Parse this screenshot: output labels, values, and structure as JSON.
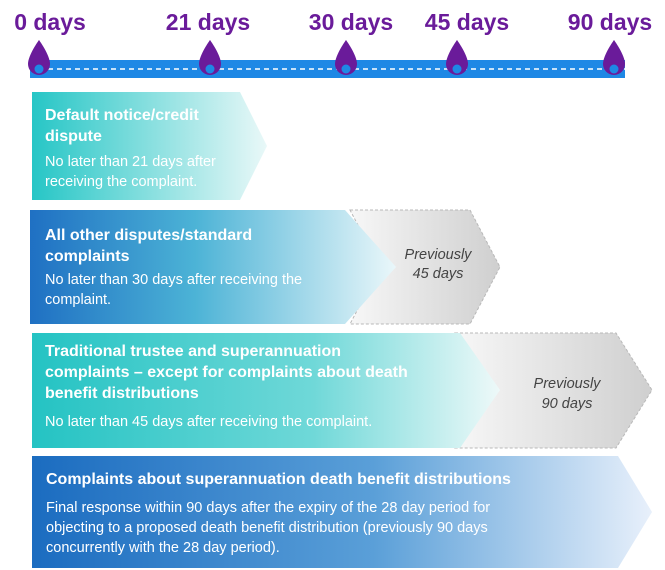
{
  "timeline": {
    "markers": [
      {
        "label": "0 days"
      },
      {
        "label": "21 days"
      },
      {
        "label": "30 days"
      },
      {
        "label": "45 days"
      },
      {
        "label": "90 days"
      }
    ]
  },
  "cards": [
    {
      "title_lines": [
        "Default notice/credit",
        "dispute"
      ],
      "body_lines": [
        "No later than 21 days after",
        "receiving the complaint."
      ],
      "previous": null
    },
    {
      "title_lines": [
        "All other disputes/standard",
        "complaints"
      ],
      "body_lines": [
        "No later than 30 days after receiving the",
        "complaint."
      ],
      "previous": [
        "Previously",
        "45 days"
      ]
    },
    {
      "title_lines": [
        "Traditional trustee and superannuation",
        "complaints – except for complaints about death",
        "benefit distributions"
      ],
      "body_lines": [
        "No later than 45 days after receiving the complaint."
      ],
      "previous": [
        "Previously",
        "90 days"
      ]
    },
    {
      "title_lines": [
        "Complaints about superannuation death benefit distributions"
      ],
      "body_lines": [
        "Final response within 90 days after the expiry of the 28 day period for",
        "objecting to a proposed death benefit distribution (previously 90 days",
        "concurrently with the 28 day period)."
      ],
      "previous": null
    }
  ],
  "colors": {
    "purple": "#6a1b9a",
    "timeline_blue": "#1e88e5",
    "teal": "#26c6c6",
    "blue": "#1e6fc0",
    "grey_arrow": "#d9d9d9"
  }
}
